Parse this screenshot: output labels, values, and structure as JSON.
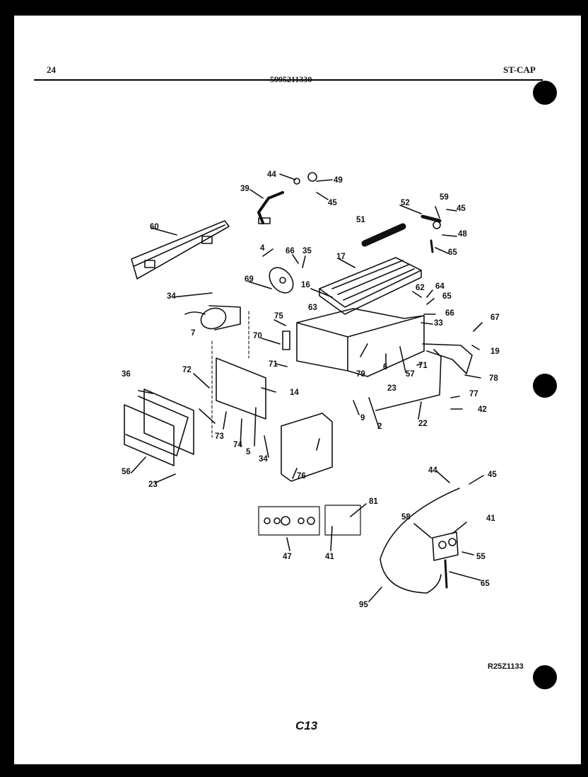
{
  "header": {
    "page_number": "24",
    "model_number": "5995211330",
    "section": "ST-CAP"
  },
  "footer": {
    "drawing_id": "R25Z1133",
    "page_code": "C13"
  },
  "part_labels": [
    "44",
    "49",
    "39",
    "45",
    "52",
    "59",
    "45",
    "51",
    "48",
    "60",
    "65",
    "4",
    "66",
    "35",
    "17",
    "34",
    "69",
    "16",
    "62",
    "64",
    "63",
    "65",
    "75",
    "66",
    "33",
    "7",
    "70",
    "67",
    "71",
    "79",
    "6",
    "71",
    "19",
    "57",
    "36",
    "72",
    "14",
    "23",
    "78",
    "73",
    "74",
    "5",
    "9",
    "2",
    "77",
    "22",
    "42",
    "34",
    "56",
    "23",
    "76",
    "44",
    "45",
    "81",
    "41",
    "58",
    "47",
    "41",
    "55",
    "65",
    "95"
  ]
}
